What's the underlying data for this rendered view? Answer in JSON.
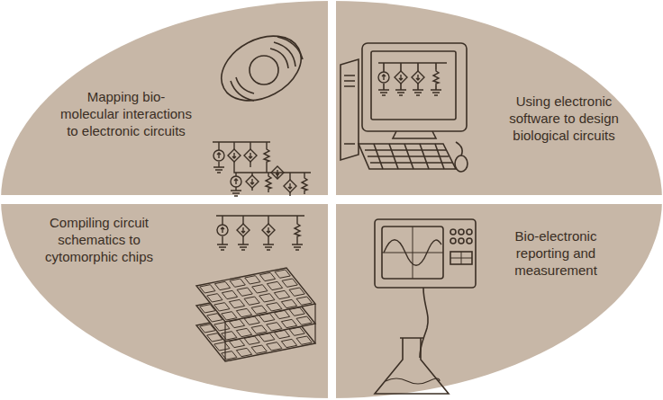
{
  "diagram": {
    "nodes": [
      {
        "text": [
          "Mapping bio-molecular interactions to electronic circuits"
        ]
      },
      {
        "text": [
          "Using electronic software to design biological circuits"
        ]
      },
      {
        "text": [
          "Compiling circuit schematics to cytomorphic chips"
        ]
      },
      {
        "text": [
          "Bio-electronic reporting and measurement"
        ]
      }
    ]
  }
}
